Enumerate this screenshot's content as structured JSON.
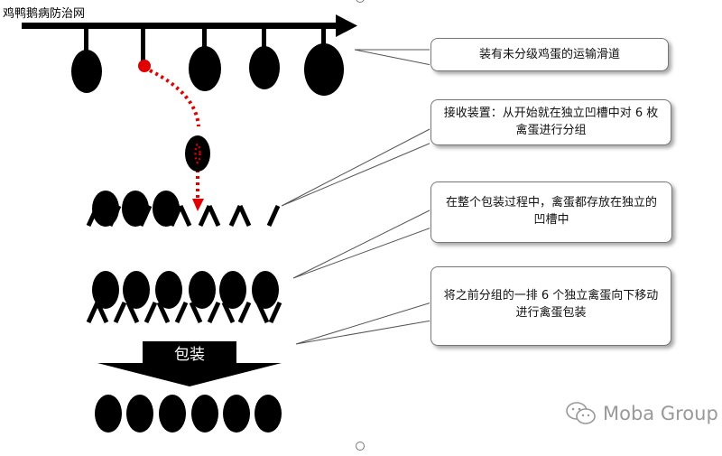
{
  "site_name": "鸡鸭鹅病防治网",
  "callouts": {
    "conveyor": "装有未分级鸡蛋的运输滑道",
    "receiver": "接收装置：从开始就在独立凹槽中对 6 枚禽蛋进行分组",
    "storage": "在整个包装过程中，禽蛋都存放在独立的凹槽中",
    "packing": "将之前分组的一排 6 个独立禽蛋向下移动进行禽蛋包装"
  },
  "pack_label": "包装",
  "watermark": {
    "icon": "wechat-icon",
    "text": "Moba Group"
  },
  "colors": {
    "egg": "#000000",
    "drop_path": "#e00000"
  }
}
